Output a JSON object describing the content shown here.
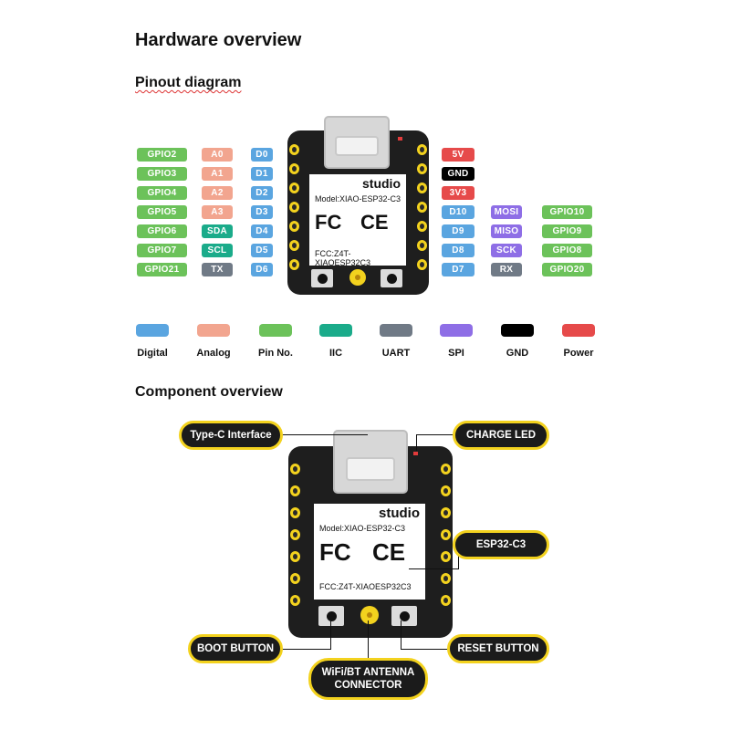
{
  "title": "Hardware overview",
  "pinout": {
    "title": "Pinout diagram",
    "left_gpio": [
      "GPIO2",
      "GPIO3",
      "GPIO4",
      "GPIO5",
      "GPIO6",
      "GPIO7",
      "GPIO21"
    ],
    "left_func": [
      "A0",
      "A1",
      "A2",
      "A3",
      "SDA",
      "SCL",
      "TX"
    ],
    "left_pin": [
      "D0",
      "D1",
      "D2",
      "D3",
      "D4",
      "D5",
      "D6"
    ],
    "right_pin": [
      "5V",
      "GND",
      "3V3",
      "D10",
      "D9",
      "D8",
      "D7"
    ],
    "right_func": [
      "MOSI",
      "MISO",
      "SCK",
      "RX"
    ],
    "right_gpio": [
      "GPIO10",
      "GPIO9",
      "GPIO8",
      "GPIO20"
    ]
  },
  "legend": [
    {
      "label": "Digital",
      "color": "#5aa5e0"
    },
    {
      "label": "Analog",
      "color": "#f2a58f"
    },
    {
      "label": "Pin No.",
      "color": "#6cc25a"
    },
    {
      "label": "IIC",
      "color": "#1aab8a"
    },
    {
      "label": "UART",
      "color": "#707a86"
    },
    {
      "label": "SPI",
      "color": "#8e6ee6"
    },
    {
      "label": "GND",
      "color": "#000000"
    },
    {
      "label": "Power",
      "color": "#e64a4a"
    }
  ],
  "colors": {
    "gpio": "#6cc25a",
    "analog": "#f2a58f",
    "digital": "#5aa5e0",
    "iic": "#1aab8a",
    "uart": "#707a86",
    "spi": "#8e6ee6",
    "gnd": "#000000",
    "power": "#e64a4a",
    "pad": "#f3d21e",
    "board": "#1e1e1e"
  },
  "board_label": {
    "brand": "studio",
    "model": "Model:XIAO-ESP32-C3",
    "fcc_logo": "FC",
    "ce_logo": "CE",
    "fcc_id": "FCC:Z4T-XIAOESP32C3"
  },
  "component": {
    "title": "Component overview",
    "callouts": {
      "type_c": "Type-C Interface",
      "charge_led": "CHARGE LED",
      "esp32": "ESP32-C3",
      "boot": "BOOT BUTTON",
      "reset": "RESET BUTTON",
      "antenna_line1": "WiFi/BT ANTENNA",
      "antenna_line2": "CONNECTOR"
    }
  }
}
